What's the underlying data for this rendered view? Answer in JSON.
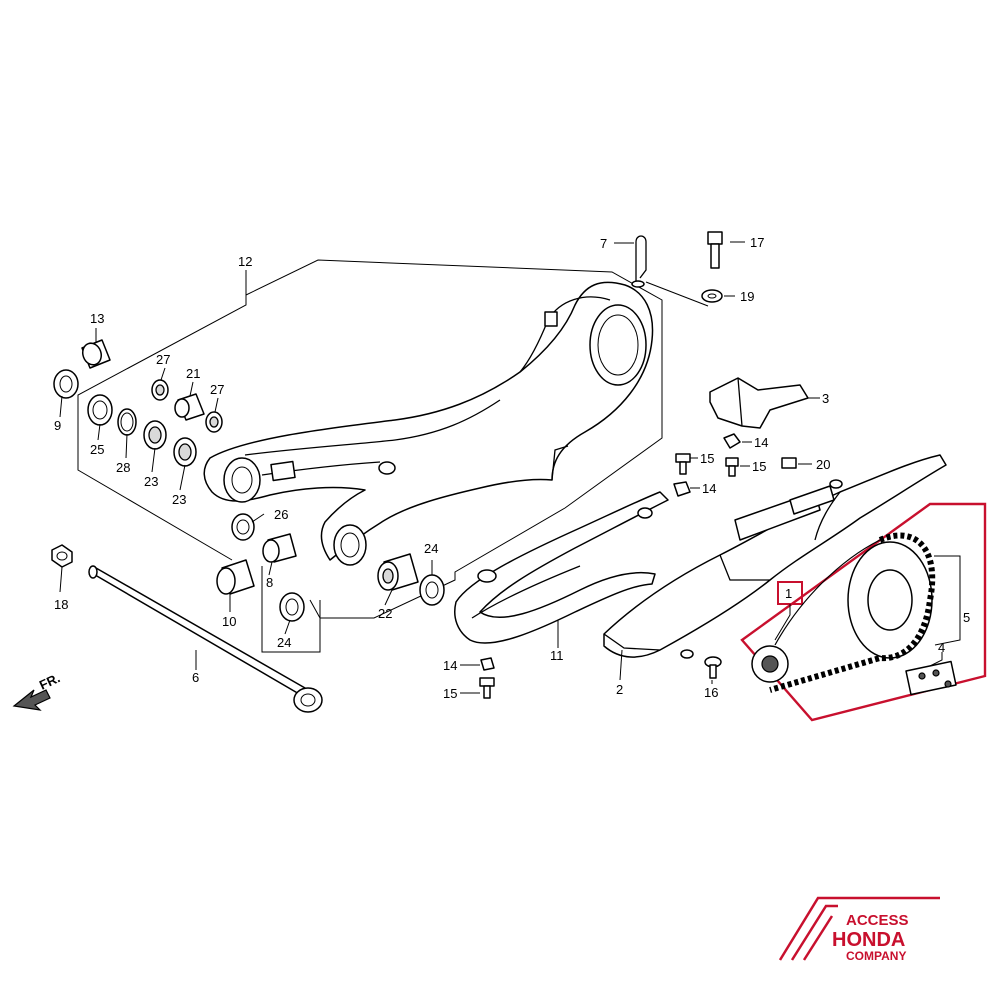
{
  "labels": {
    "p1": "1",
    "p2": "2",
    "p3": "3",
    "p4": "4",
    "p5": "5",
    "p6": "6",
    "p7": "7",
    "p8": "8",
    "p9": "9",
    "p10": "10",
    "p11": "11",
    "p12": "12",
    "p13": "13",
    "p14a": "14",
    "p14b": "14",
    "p14c": "14",
    "p15a": "15",
    "p15b": "15",
    "p15c": "15",
    "p16": "16",
    "p17": "17",
    "p18": "18",
    "p19": "19",
    "p20": "20",
    "p21": "21",
    "p22": "22",
    "p23a": "23",
    "p23b": "23",
    "p24a": "24",
    "p24b": "24",
    "p25": "25",
    "p26": "26",
    "p27a": "27",
    "p27b": "27",
    "p28": "28"
  },
  "front_indicator": "FR.",
  "brand": {
    "line1": "ACCESS",
    "line2": "HONDA",
    "line3": "COMPANY"
  },
  "colors": {
    "highlight": "#c8102e",
    "line": "#000000"
  }
}
